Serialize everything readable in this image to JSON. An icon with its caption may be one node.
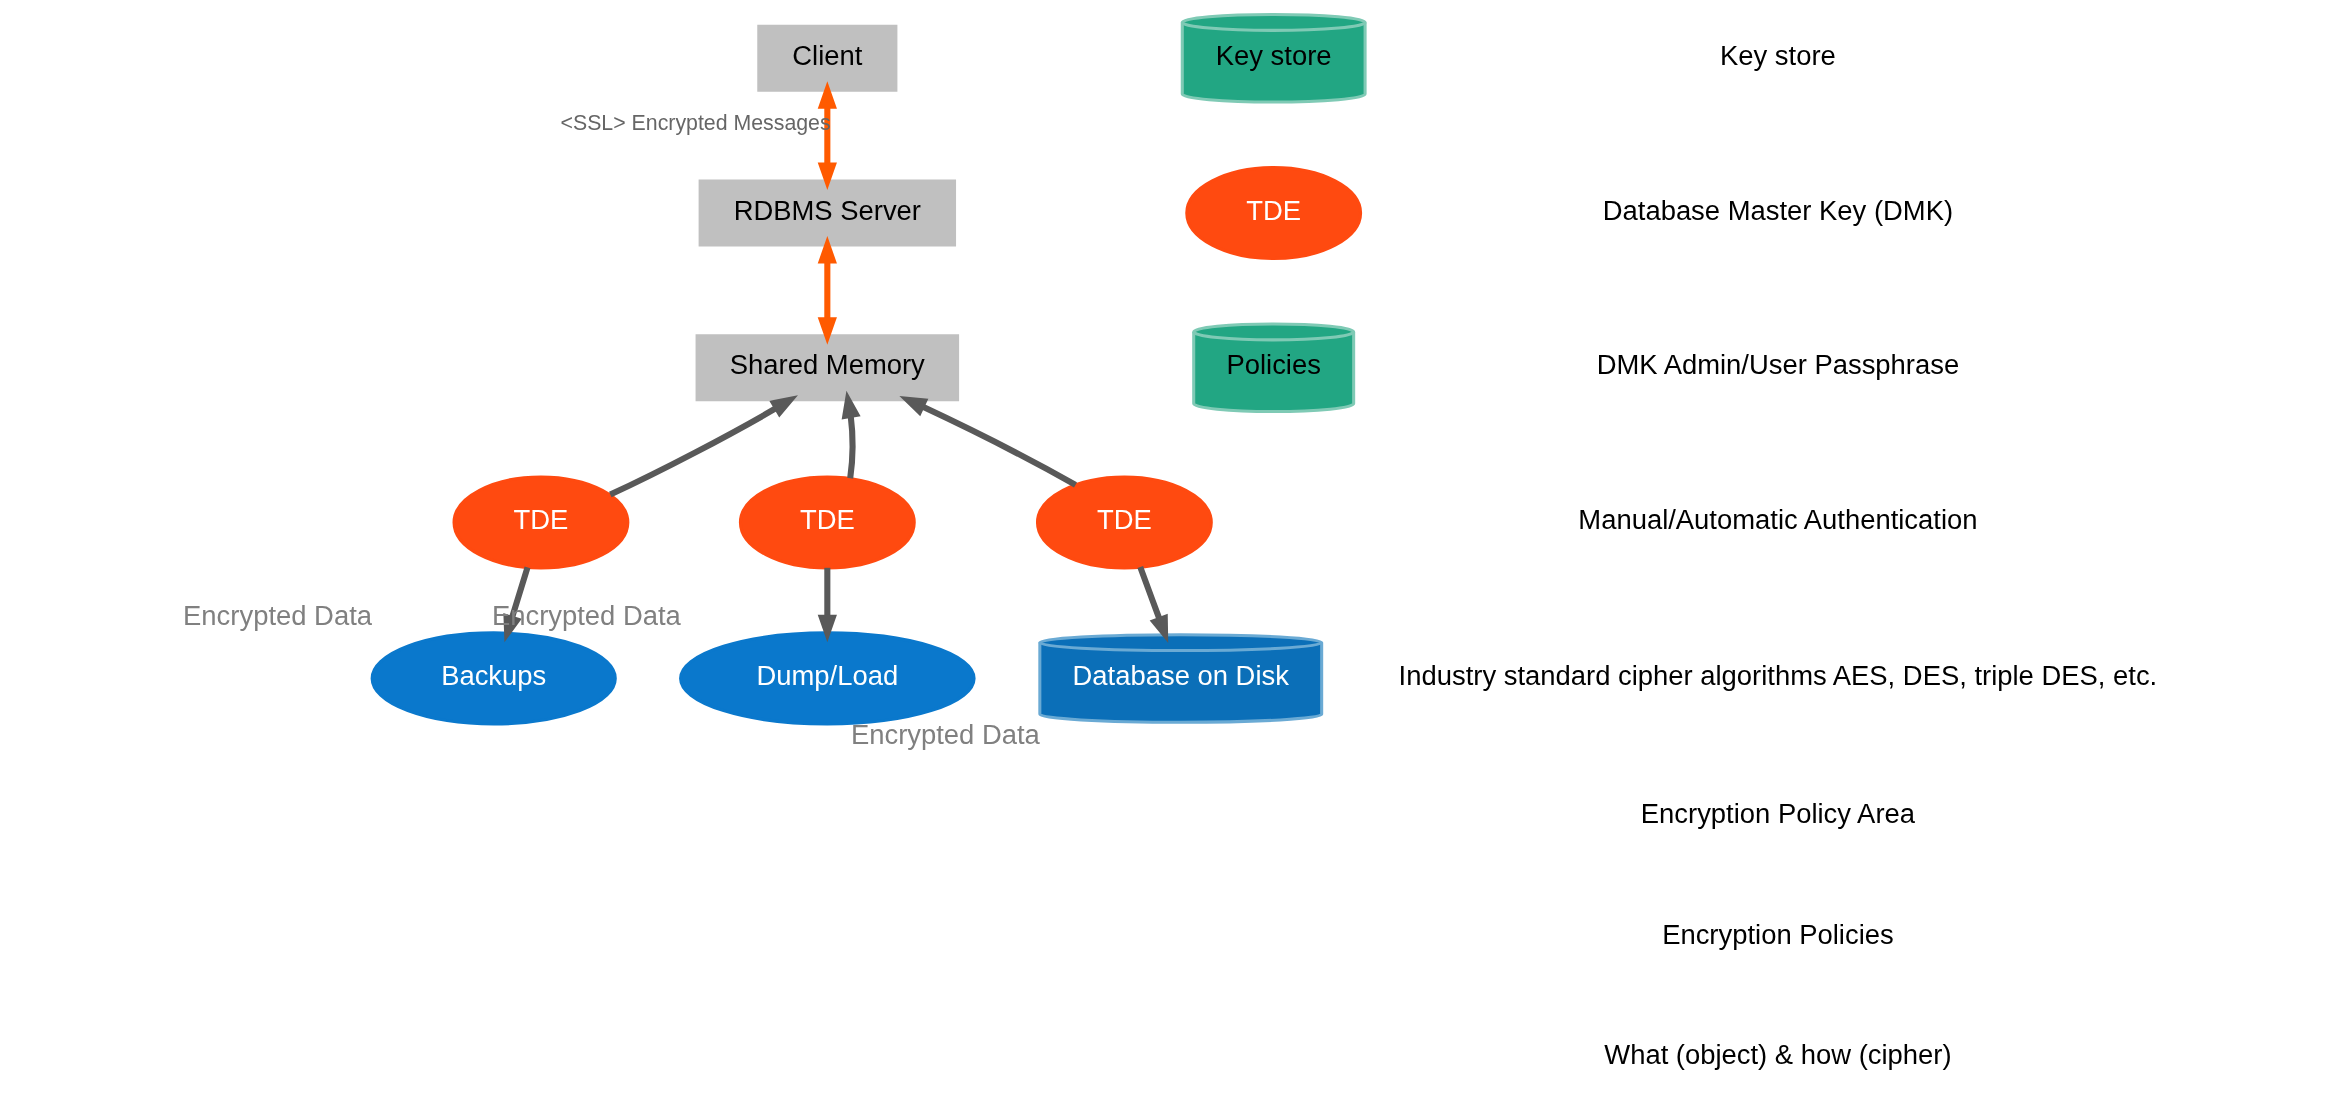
{
  "diagram": {
    "nodes": [
      {
        "text": [
          "Client"
        ]
      },
      {
        "text": [
          "RDBMS Server"
        ]
      },
      {
        "text": [
          "Key store"
        ]
      },
      {
        "text": [
          "Policies"
        ]
      },
      {
        "text": [
          "TDE"
        ]
      },
      {
        "text": [
          "Shared Memory"
        ]
      },
      {
        "text": [
          "TDE"
        ]
      },
      {
        "text": [
          "Backups"
        ],
        "beside": [
          "Encrypted Data"
        ]
      },
      {
        "text": [
          "TDE"
        ]
      },
      {
        "text": [
          "Dump/Load"
        ],
        "beside": [
          "Encrypted Data"
        ]
      },
      {
        "text": [
          "TDE"
        ]
      },
      {
        "text": [
          "Database on Disk"
        ],
        "beside": [
          "Encrypted Data"
        ]
      }
    ],
    "edges": [
      {
        "from": 0,
        "to": 1,
        "arrow": "both",
        "label": "<SSL> Encrypted Messages",
        "color": "#ff5a00"
      },
      {
        "from": 1,
        "to": 5,
        "arrow": "both",
        "color": "#ff5a00"
      },
      {
        "from": 6,
        "to": 5,
        "arrow": "to"
      },
      {
        "from": 6,
        "to": 7,
        "arrow": "to"
      },
      {
        "from": 8,
        "to": 5,
        "arrow": "to"
      },
      {
        "from": 8,
        "to": 9,
        "arrow": "to"
      },
      {
        "from": 10,
        "to": 5,
        "arrow": "to"
      },
      {
        "from": 10,
        "to": 11,
        "arrow": "to"
      }
    ],
    "labels": [
      "Key store",
      "Database Master Key (DMK)",
      "DMK Admin/User Passphrase",
      "Manual/Automatic Authentication",
      "Industry standard cipher algorithms AES, DES, triple DES, etc.",
      "Encryption Policy Area",
      "Encryption Policies",
      "What (object) & how (cipher)"
    ]
  }
}
